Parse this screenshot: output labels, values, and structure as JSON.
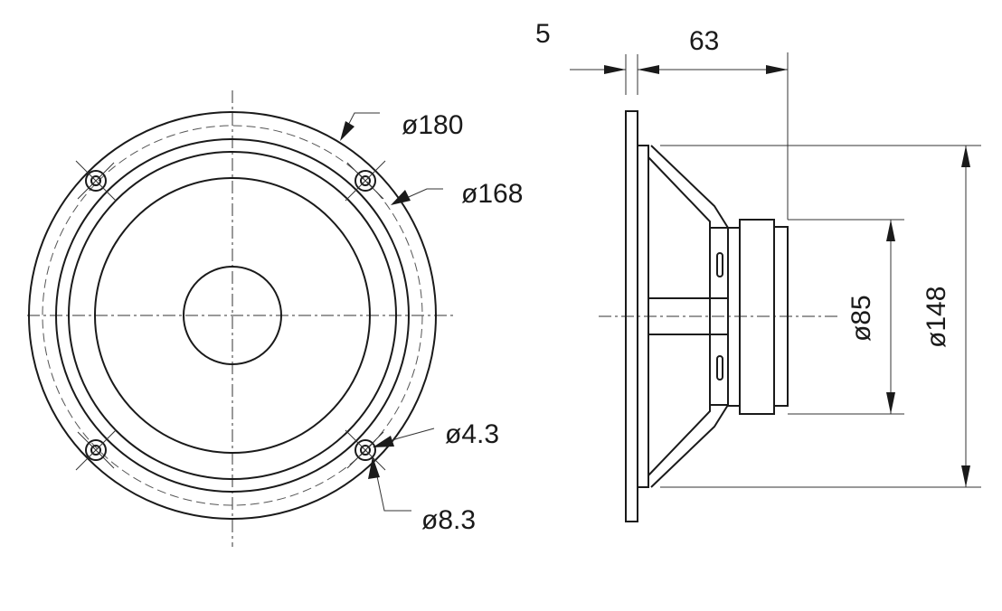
{
  "front_view": {
    "outer_diameter_label": "ø180",
    "cutout_diameter_label": "ø168",
    "hole_diameter_label": "ø4.3",
    "hole_head_diameter_label": "ø8.3"
  },
  "side_view": {
    "flange_thickness_label": "5",
    "depth_label": "63",
    "magnet_diameter_label": "ø85",
    "frame_diameter_label": "ø148"
  }
}
